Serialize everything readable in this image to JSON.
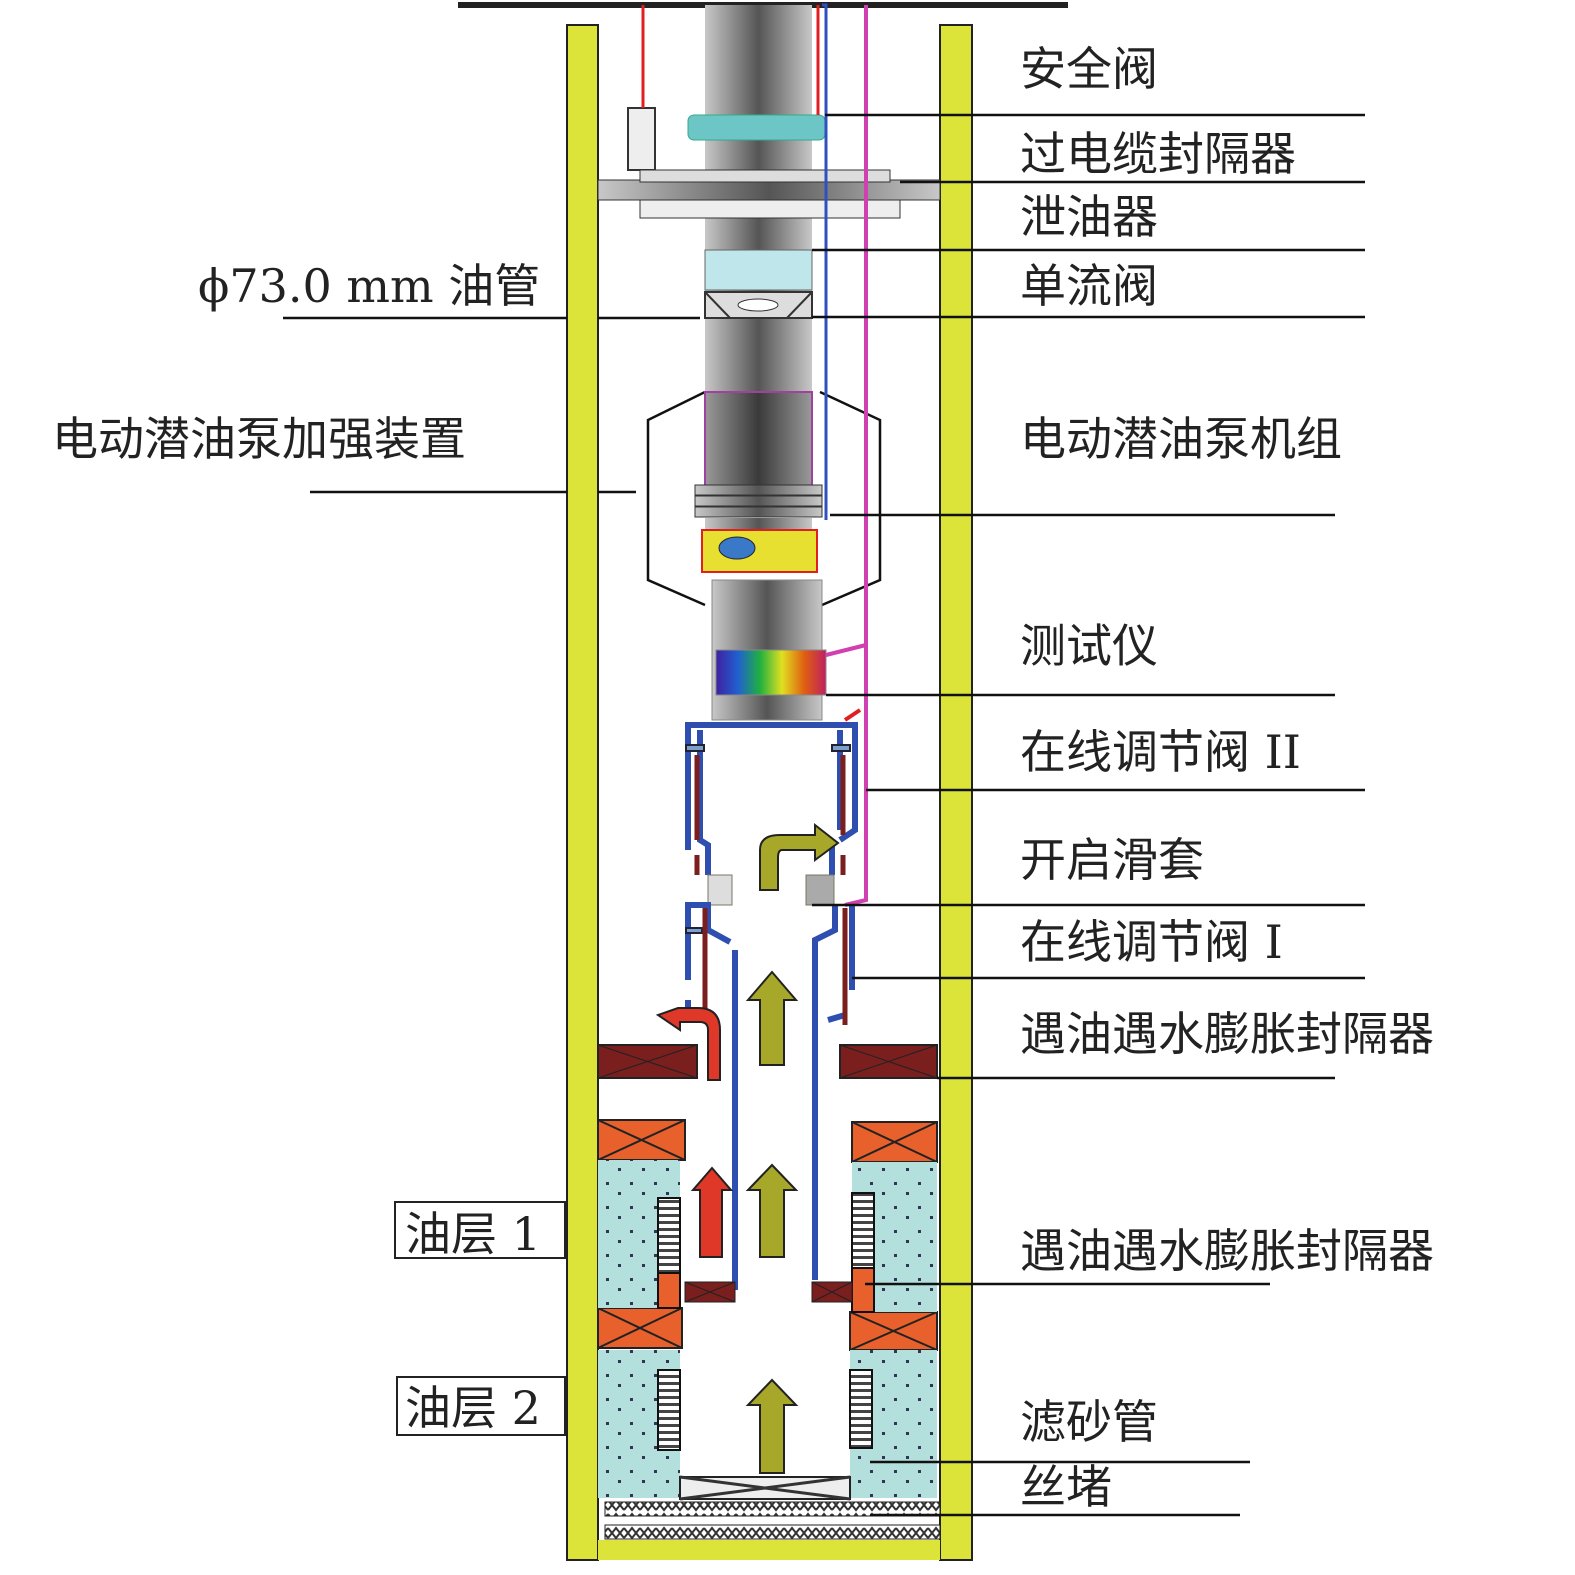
{
  "labels_right": [
    "安全阀",
    "过电缆封隔器",
    "泄油器",
    "单流阀",
    "电动潜油泵机组",
    "测试仪",
    "在线调节阀 II",
    "开启滑套",
    "在线调节阀 I",
    "遇油遇水膨胀封隔器",
    "遇油遇水膨胀封隔器",
    "滤砂管",
    "丝堵"
  ],
  "labels_left": {
    "tubing": "ϕ73.0 mm 油管",
    "pump_reinforcement": "电动潜油泵加强装置",
    "oil_layer_1": "油层 1",
    "oil_layer_2": "油层 2"
  },
  "colors": {
    "casing": "#dce43a",
    "packer_swell": "#7a1e1e",
    "packer_orange": "#e8602c",
    "formation": "#b3e0dc",
    "valve_body": "#2f4fb0",
    "flow_arrow": "#a7a82a",
    "oil_arrow": "#e03828",
    "cable_red": "#e02020",
    "cable_blue": "#3050c0",
    "cable_magenta": "#d040b0"
  }
}
